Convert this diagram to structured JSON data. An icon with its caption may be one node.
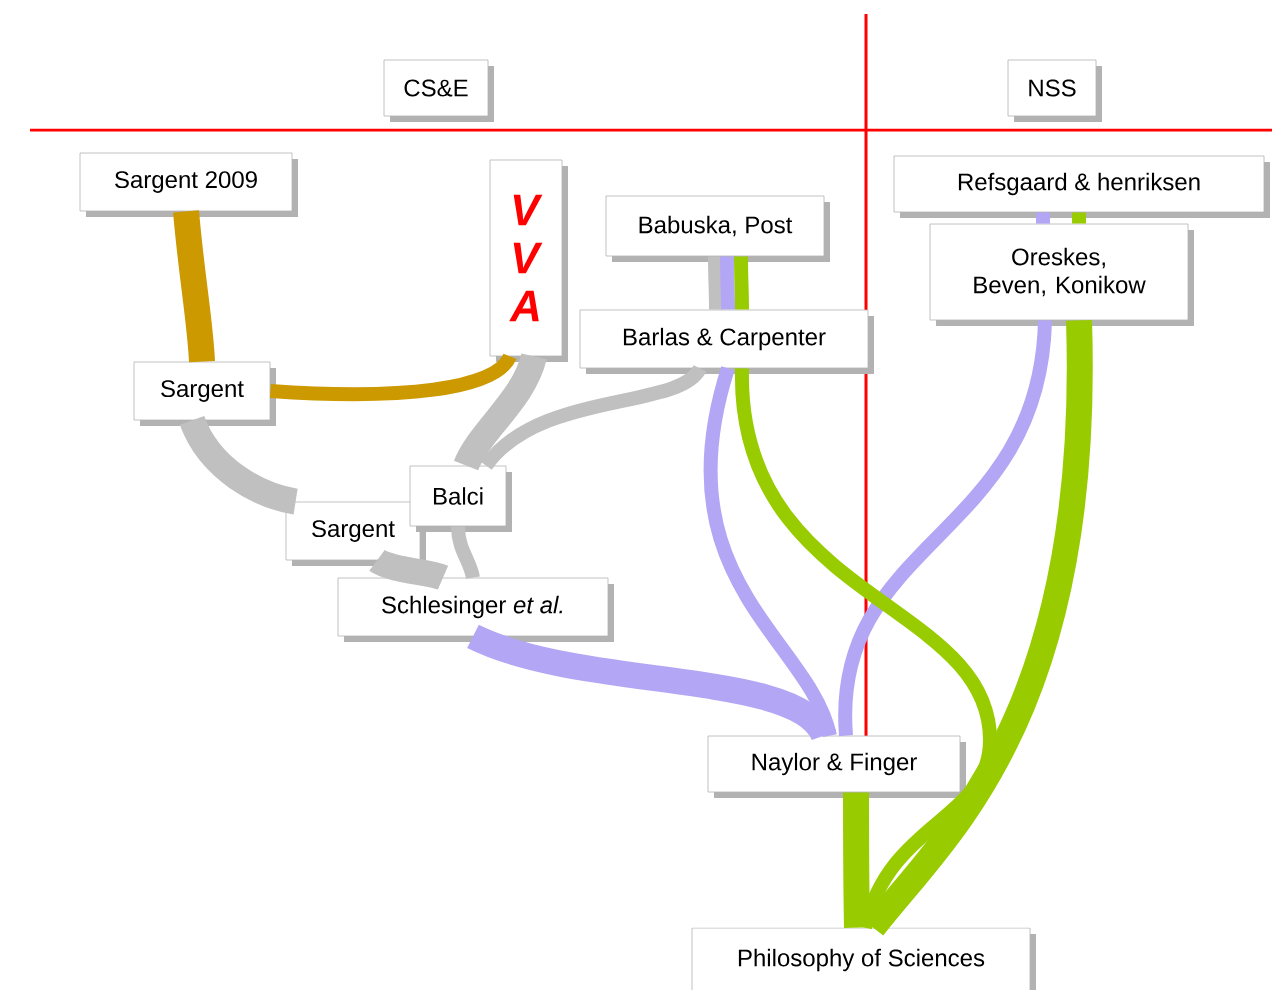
{
  "diagram": {
    "nodes": [
      {
        "text": [
          "CS&E"
        ]
      },
      {
        "text": [
          "NSS"
        ]
      },
      {
        "text": [
          "Sargent 2009"
        ]
      },
      {
        "text": [
          "VVA"
        ]
      },
      {
        "text": [
          "Babuska, Post"
        ]
      },
      {
        "text": [
          "Barlas & Carpenter"
        ]
      },
      {
        "text": [
          "Refsgaard & henriksen"
        ]
      },
      {
        "text": [
          "Oreskes, Beven, Konikow"
        ]
      },
      {
        "text": [
          "Sargent"
        ]
      },
      {
        "text": [
          "Balci"
        ]
      },
      {
        "text": [
          "Sargent"
        ]
      },
      {
        "text": [
          "Schlesinger *et al.*"
        ]
      },
      {
        "text": [
          "Naylor & Finger"
        ]
      },
      {
        "text": [
          "Philosophy of Sciences"
        ]
      }
    ],
    "edges": [
      {
        "from": 2,
        "to": 8,
        "arrow": "none",
        "style": "thick",
        "color": "#cc9900"
      },
      {
        "from": 8,
        "to": 3,
        "arrow": "none",
        "color": "#cc9900"
      },
      {
        "from": 8,
        "to": 10,
        "arrow": "none",
        "style": "thick",
        "color": "#c0c0c0"
      },
      {
        "from": 3,
        "to": 9,
        "arrow": "none",
        "style": "thick",
        "color": "#c0c0c0"
      },
      {
        "from": 5,
        "to": 9,
        "arrow": "none",
        "color": "#c0c0c0"
      },
      {
        "from": 4,
        "to": 5,
        "arrow": "none",
        "color": "#c0c0c0"
      },
      {
        "from": 4,
        "to": 5,
        "arrow": "none",
        "color": "#b3a6f5"
      },
      {
        "from": 4,
        "to": 5,
        "arrow": "none",
        "color": "#99cc00"
      },
      {
        "from": 10,
        "to": 11,
        "arrow": "none",
        "style": "thick",
        "color": "#c0c0c0"
      },
      {
        "from": 9,
        "to": 11,
        "arrow": "none",
        "color": "#c0c0c0"
      },
      {
        "from": 11,
        "to": 12,
        "arrow": "none",
        "style": "thick",
        "color": "#b3a6f5"
      },
      {
        "from": 5,
        "to": 12,
        "arrow": "none",
        "color": "#b3a6f5"
      },
      {
        "from": 7,
        "to": 12,
        "arrow": "none",
        "color": "#b3a6f5"
      },
      {
        "from": 5,
        "to": 13,
        "arrow": "none",
        "color": "#99cc00"
      },
      {
        "from": 7,
        "to": 13,
        "arrow": "none",
        "style": "thick",
        "color": "#99cc00"
      },
      {
        "from": 12,
        "to": 13,
        "arrow": "none",
        "style": "thick",
        "color": "#99cc00"
      },
      {
        "from": 6,
        "to": 7,
        "arrow": "none",
        "color": "#b3a6f5"
      },
      {
        "from": 6,
        "to": 7,
        "arrow": "none",
        "color": "#99cc00"
      }
    ]
  }
}
